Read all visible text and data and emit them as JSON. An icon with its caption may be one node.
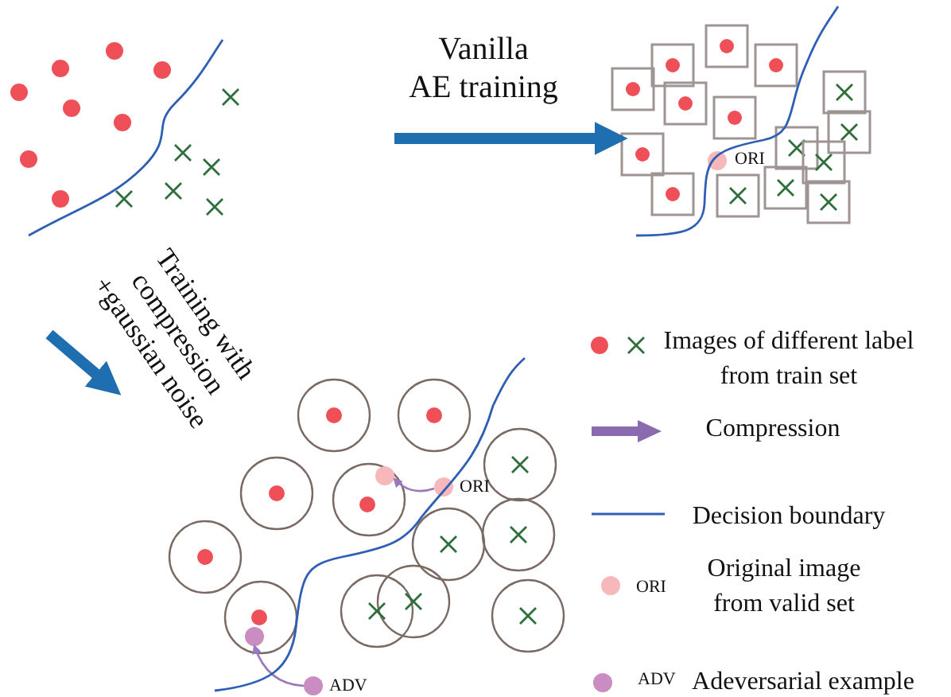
{
  "diagram": {
    "nodes": [
      {
        "text": [],
        "shape": "picture"
      },
      {
        "text": [],
        "shape": "picture"
      },
      {
        "text": [],
        "shape": "picture"
      }
    ],
    "edges": [
      {
        "from": null,
        "to": 1,
        "arrow": "to",
        "label": "Vanilla AE training"
      },
      {
        "from": null,
        "to": 2,
        "arrow": "to",
        "label": "Training with compression +gaussian noise"
      }
    ],
    "labels": [
      "ORI",
      "ORI",
      "ADV",
      "ORI",
      "ADV"
    ],
    "legend": [
      {
        "text": "Images of different label from train set"
      },
      {
        "text": "Compression"
      },
      {
        "text": "Decision boundary"
      },
      {
        "text": "Original image from valid set"
      },
      {
        "text": "Adeversarial example"
      }
    ]
  }
}
